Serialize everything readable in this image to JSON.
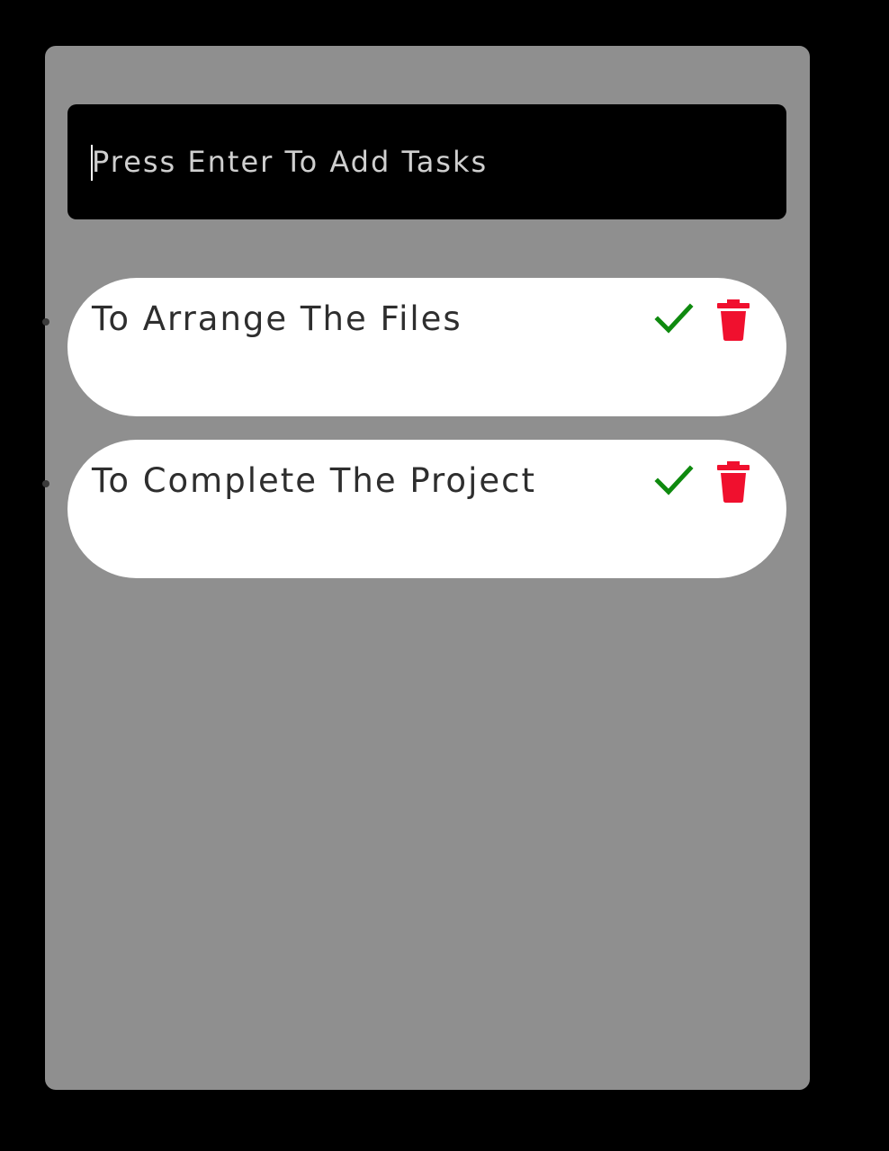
{
  "input": {
    "placeholder": "Press Enter To Add Tasks",
    "value": ""
  },
  "tasks": [
    {
      "text": "To Arrange The Files",
      "done_icon": "check-icon",
      "delete_icon": "trash-icon"
    },
    {
      "text": "To Complete The Project",
      "done_icon": "check-icon",
      "delete_icon": "trash-icon"
    }
  ],
  "colors": {
    "page_background": "#000000",
    "panel_background": "#8f8f8f",
    "input_background": "#000000",
    "task_background": "#ffffff",
    "task_text": "#2e2e2e",
    "check": "#0f8a0f",
    "trash": "#f0102e"
  }
}
